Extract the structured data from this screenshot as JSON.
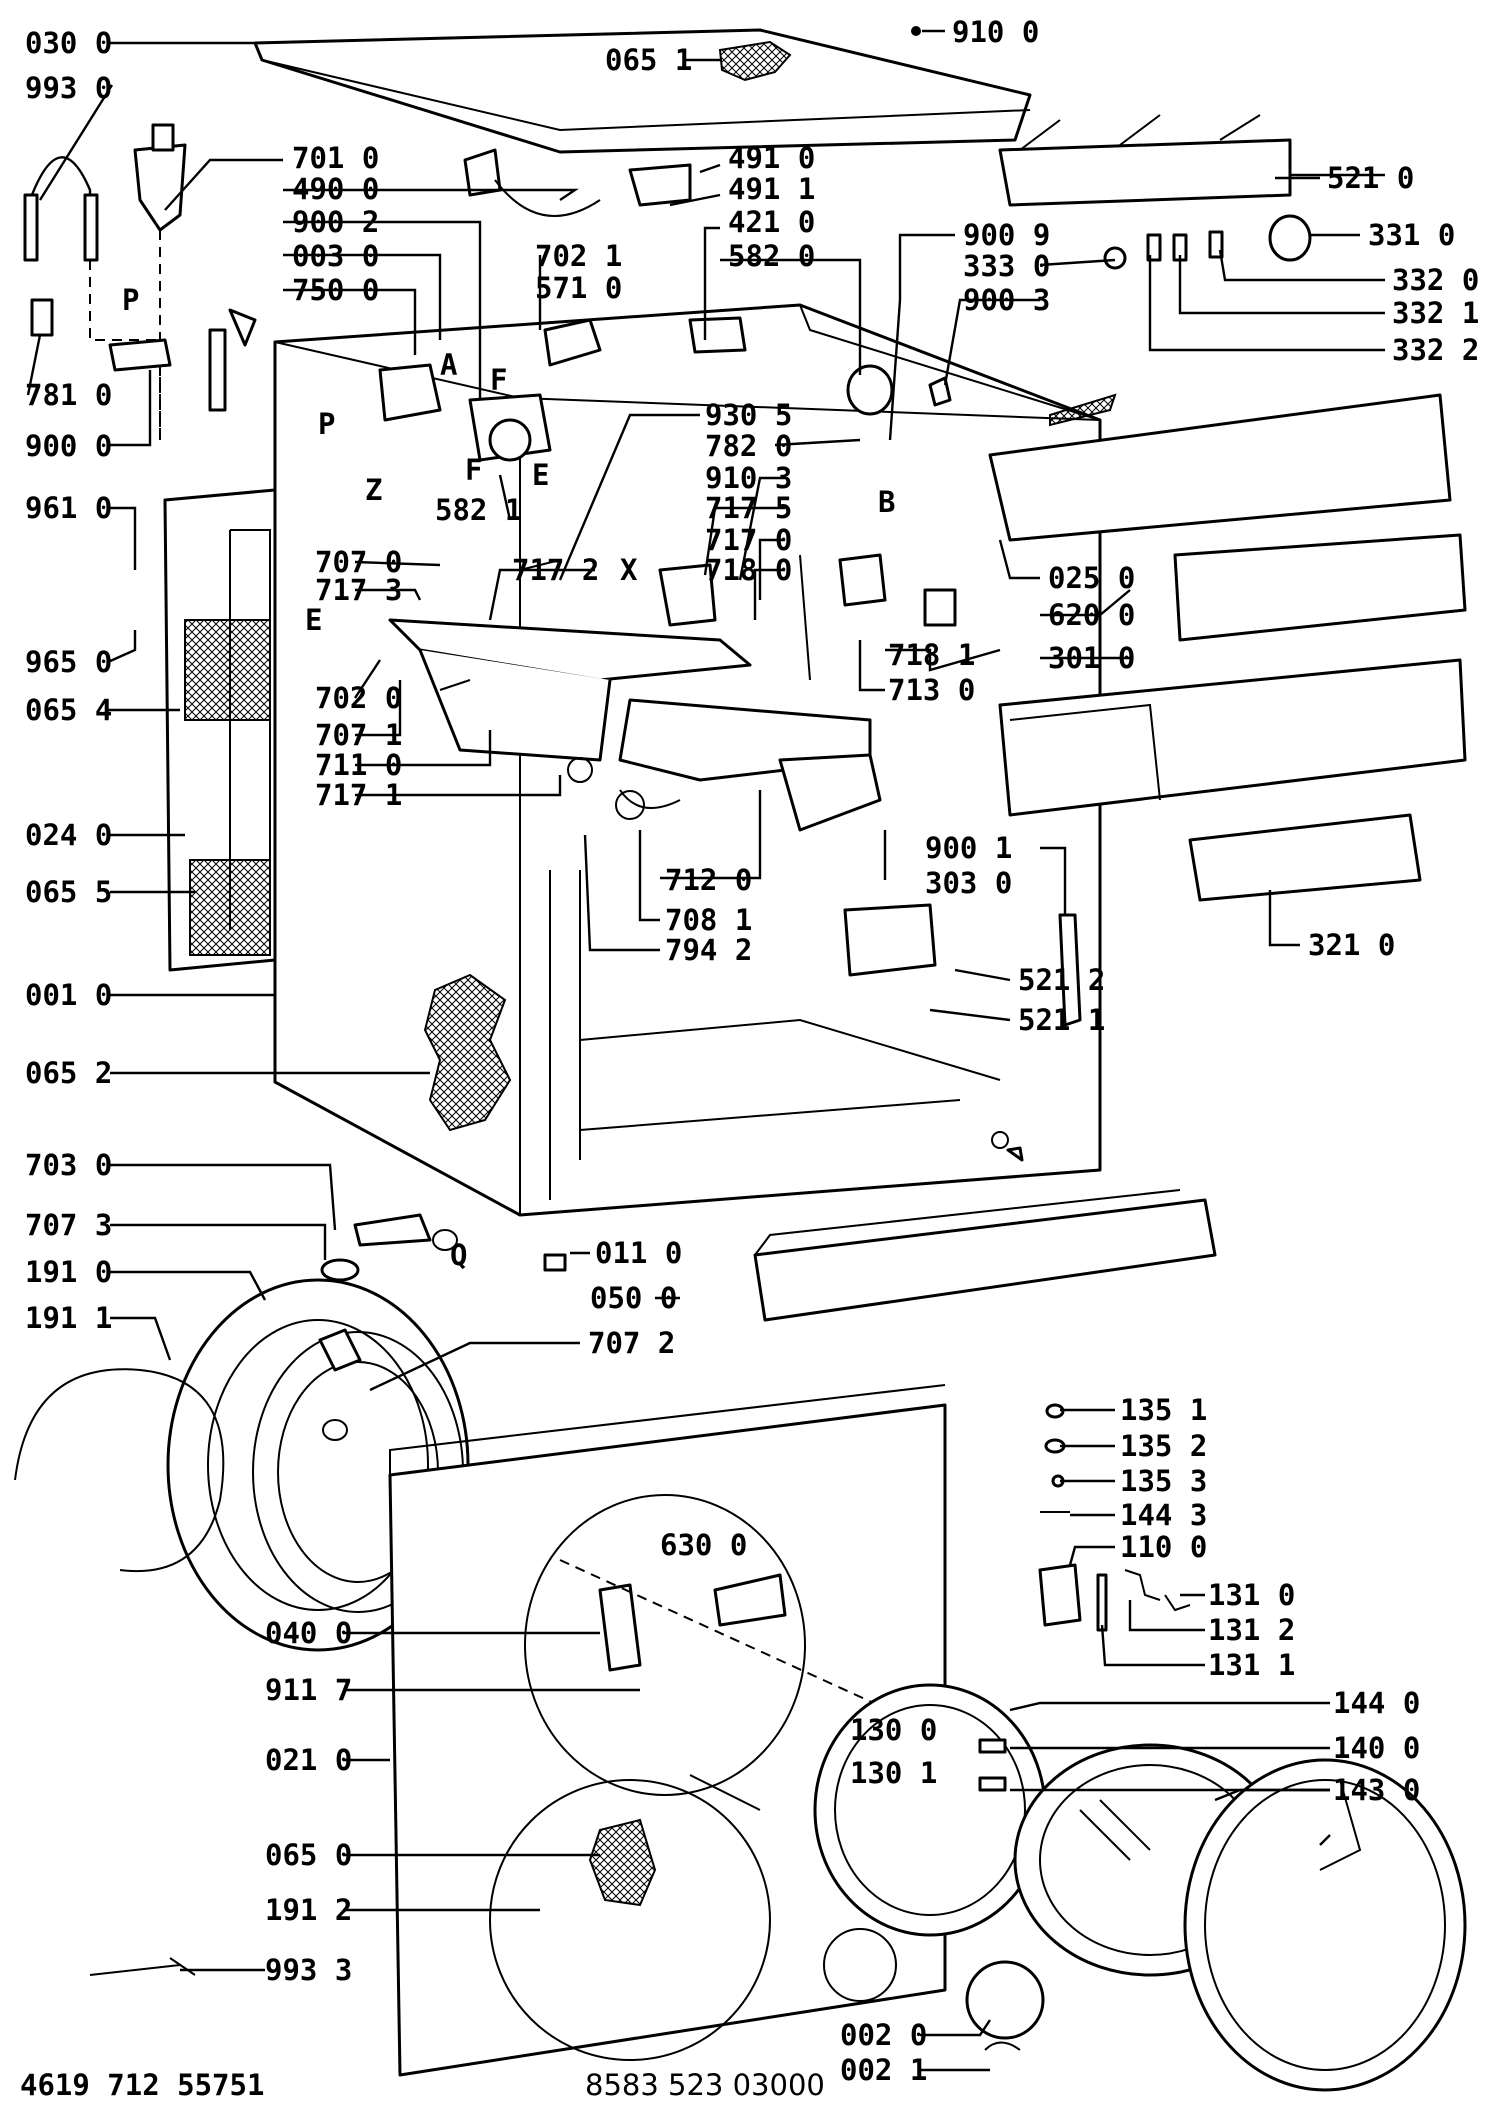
{
  "callouts": {
    "c0300": "030 0",
    "c0651": "065 1",
    "c9100": "910 0",
    "c9930": "993 0",
    "c7010": "701 0",
    "c4900": "490 0",
    "c4910": "491 0",
    "c4911": "491 1",
    "c9002": "900 2",
    "c4210": "421 0",
    "c0030": "003 0",
    "c5820": "582 0",
    "c7021": "702 1",
    "c5710": "571 0",
    "c7500": "750 0",
    "c9009": "900 9",
    "c3330": "333 0",
    "c5210": "521 0",
    "c3310": "331 0",
    "c3320": "332 0",
    "c3321": "332 1",
    "c3322": "332 2",
    "c9003": "900 3",
    "c7810": "781 0",
    "c9000": "900 0",
    "c9305": "930 5",
    "c7820": "782 0",
    "c9610": "961 0",
    "c5821": "582 1",
    "c9103": "910 3",
    "c7175": "717 5",
    "c7170": "717 0",
    "c7180": "718 0",
    "c7070": "707 0",
    "c7172": "717 2",
    "c7173": "717 3",
    "c0250": "025 0",
    "c6200": "620 0",
    "c9650": "965 0",
    "c0654": "065 4",
    "c7181": "718 1",
    "c7130": "713 0",
    "c3010": "301 0",
    "c7020": "702 0",
    "c7071": "707 1",
    "c7110": "711 0",
    "c7171": "717 1",
    "c0240": "024 0",
    "c9001": "900 1",
    "c3030": "303 0",
    "c0655": "065 5",
    "c7120": "712 0",
    "c7081": "708 1",
    "c7942": "794 2",
    "c3210": "321 0",
    "c5212": "521 2",
    "c5211": "521 1",
    "c0010": "001 0",
    "c0652": "065 2",
    "c7030": "703 0",
    "c7073": "707 3",
    "c0110": "011 0",
    "c1910": "191 0",
    "c0500": "050 0",
    "c1911": "191 1",
    "c7072": "707 2",
    "c1351": "135 1",
    "c1352": "135 2",
    "c1353": "135 3",
    "c1443": "144 3",
    "c1100": "110 0",
    "c6300": "630 0",
    "c1310": "131 0",
    "c0400": "040 0",
    "c1312": "131 2",
    "c1311": "131 1",
    "c9117": "911 7",
    "c1440": "144 0",
    "c1300": "130 0",
    "c1400": "140 0",
    "c1301": "130 1",
    "c0210": "021 0",
    "c1430": "143 0",
    "c0650": "065 0",
    "c1912": "191 2",
    "c9933": "993 3",
    "c0020": "002 0",
    "c0021": "002 1"
  },
  "letters": {
    "A": "A",
    "P1": "P",
    "P2": "P",
    "F1": "F",
    "F2": "F",
    "E1": "E",
    "E2": "E",
    "Z": "Z",
    "B": "B",
    "X": "X",
    "Q": "Q"
  },
  "footer": {
    "left": "4619 712 55751",
    "center": "8583 523 03000"
  }
}
